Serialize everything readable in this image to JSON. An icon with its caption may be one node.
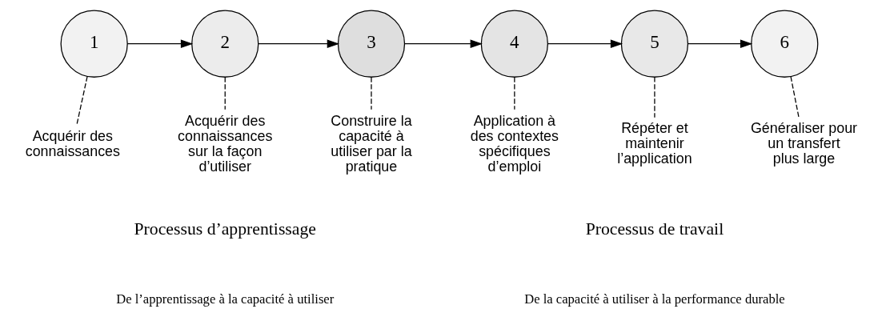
{
  "diagram": {
    "nodes": [
      {
        "text": [
          "1"
        ]
      },
      {
        "text": [
          "2"
        ]
      },
      {
        "text": [
          "3"
        ]
      },
      {
        "text": [
          "4"
        ]
      },
      {
        "text": [
          "5"
        ]
      },
      {
        "text": [
          "6"
        ]
      },
      {
        "text": [
          "Acquérir des connaissances"
        ]
      },
      {
        "text": [
          "Acquérir des connaissances sur la façon d’utiliser"
        ]
      },
      {
        "text": [
          "Construire la capacité à utiliser par la pratique"
        ]
      },
      {
        "text": [
          "Application à des contextes spécifiques d’emploi"
        ]
      },
      {
        "text": [
          "Répéter et maintenir l’application"
        ]
      },
      {
        "text": [
          "Généraliser pour un transfert plus large"
        ]
      }
    ],
    "edges": [
      {
        "from": 0,
        "to": 1,
        "arrow": "to"
      },
      {
        "from": 1,
        "to": 2,
        "arrow": "to"
      },
      {
        "from": 2,
        "to": 3,
        "arrow": "to"
      },
      {
        "from": 3,
        "to": 4,
        "arrow": "to"
      },
      {
        "from": 4,
        "to": 5,
        "arrow": "to"
      },
      {
        "from": 0,
        "to": 6,
        "arrow": "none",
        "style": "dashed"
      },
      {
        "from": 1,
        "to": 7,
        "arrow": "none",
        "style": "dashed"
      },
      {
        "from": 2,
        "to": 8,
        "arrow": "none",
        "style": "dashed"
      },
      {
        "from": 3,
        "to": 9,
        "arrow": "none",
        "style": "dashed"
      },
      {
        "from": 4,
        "to": 10,
        "arrow": "none",
        "style": "dashed"
      },
      {
        "from": 5,
        "to": 11,
        "arrow": "none",
        "style": "dashed"
      }
    ],
    "labels": [
      "Processus d’apprentissage",
      "De l’apprentissage à la capacité à utiliser",
      "Processus de travail",
      "De la capacité à utiliser à la performance durable"
    ]
  }
}
